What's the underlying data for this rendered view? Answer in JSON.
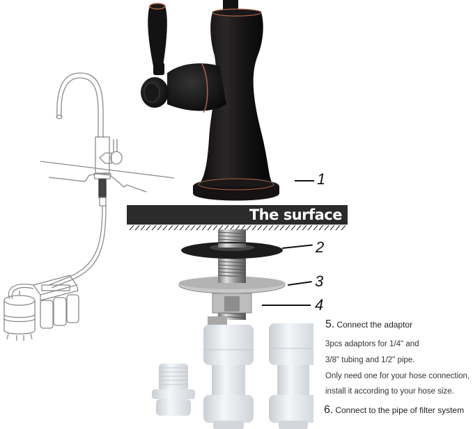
{
  "diagram": {
    "surface_label": "The surface",
    "callouts": [
      {
        "id": 1,
        "label": "1",
        "part": "faucet base"
      },
      {
        "id": 2,
        "label": "2",
        "part": "rubber gasket"
      },
      {
        "id": 3,
        "label": "3",
        "part": "metal washer"
      },
      {
        "id": 4,
        "label": "4",
        "part": "hex nut"
      }
    ],
    "steps": [
      {
        "number": "5.",
        "title": "Connect the adaptor"
      },
      {
        "number": "6.",
        "title": "Connect to the pipe of filter system"
      }
    ],
    "notes": [
      "3pcs adaptors for 1/4\" and",
      "3/8\" tubing and 1/2\" pipe.",
      "Only need one for your hose connection,",
      "install it according to your hose size."
    ],
    "colors": {
      "faucet_body": "#1c1a1a",
      "bronze_accent": "#b0654a",
      "surface_bar": "#2b2b2b",
      "adaptor_white": "#e9ecef",
      "steel": "#b8babc",
      "line_art": "#8a8a8a"
    }
  }
}
